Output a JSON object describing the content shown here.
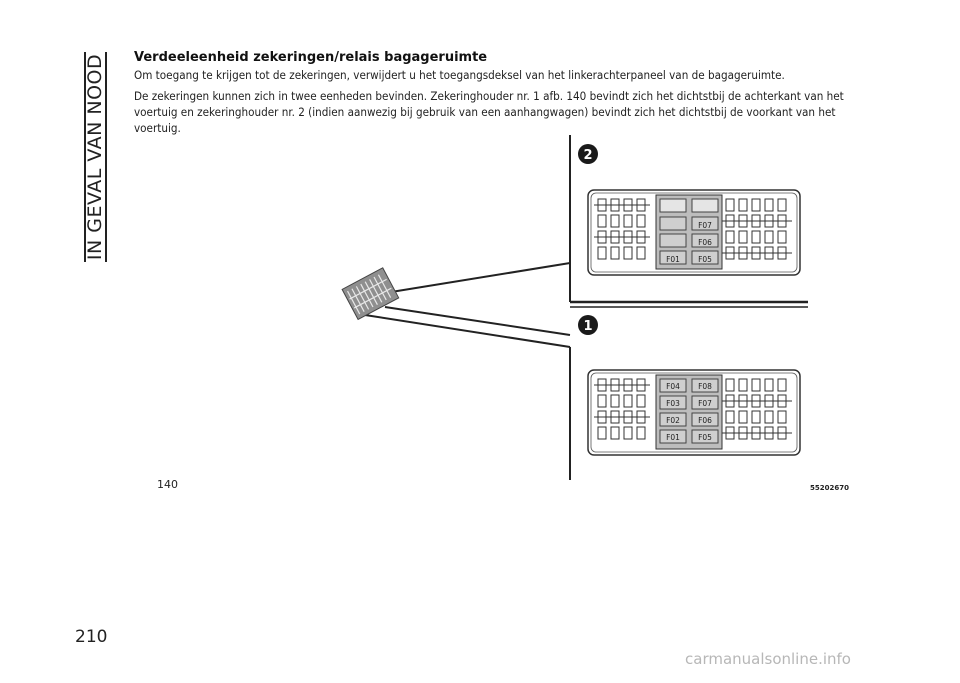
{
  "side_tab": {
    "label": "IN GEVAL VAN NOOD"
  },
  "section": {
    "title": "Verdeeleenheid zekeringen/relais bagageruimte",
    "paragraphs": [
      "Om toegang te krijgen tot de zekeringen, verwijdert u het toegangsdeksel van het linkerachterpaneel van de bagageruimte.",
      "De zekeringen kunnen zich in twee eenheden bevinden. Zekeringhouder nr. 1 afb. 140 bevindt zich het dichtstbij de achterkant van het voertuig en zekeringhouder nr. 2 (indien aanwezig bij gebruik van een aanhangwagen) bevindt zich het dichtstbij de voorkant van het voertuig."
    ]
  },
  "figure": {
    "number": "140",
    "code": "55202670",
    "callouts": [
      "2",
      "1"
    ],
    "holder2_fuses": [
      "F07",
      "F06",
      "F01",
      "F05"
    ],
    "holder1_fuses": [
      "F04",
      "F08",
      "F03",
      "F07",
      "F02",
      "F06",
      "F01",
      "F05"
    ]
  },
  "page": {
    "number": "210"
  },
  "watermark": "carmanualsonline.info"
}
